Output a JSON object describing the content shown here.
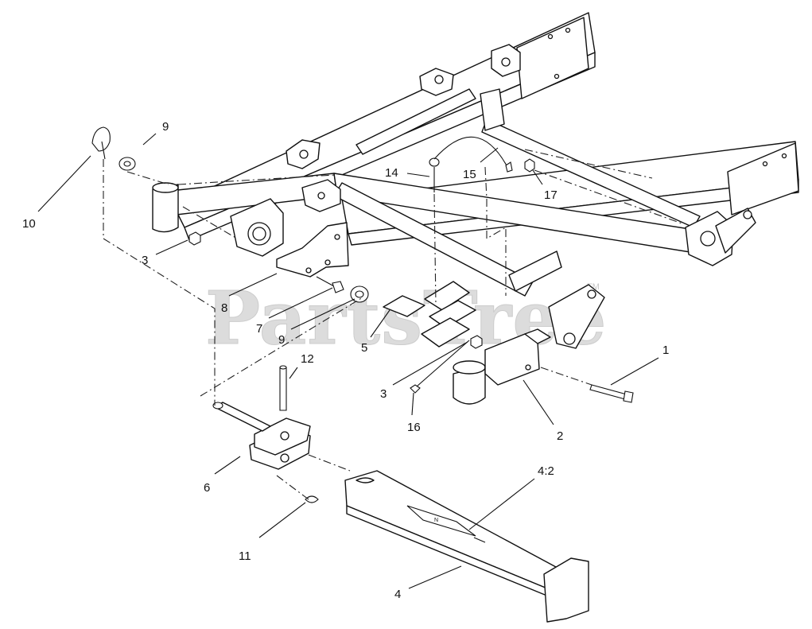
{
  "watermark": {
    "text": "PartsTree",
    "tm": "TM"
  },
  "decal_text": "N",
  "callouts": [
    {
      "id": "c1",
      "label": "1"
    },
    {
      "id": "c2",
      "label": "2"
    },
    {
      "id": "c3a",
      "label": "3"
    },
    {
      "id": "c3b",
      "label": "3"
    },
    {
      "id": "c4",
      "label": "4"
    },
    {
      "id": "c42",
      "label": "4:2"
    },
    {
      "id": "c5",
      "label": "5"
    },
    {
      "id": "c6",
      "label": "6"
    },
    {
      "id": "c7",
      "label": "7"
    },
    {
      "id": "c8",
      "label": "8"
    },
    {
      "id": "c9a",
      "label": "9"
    },
    {
      "id": "c9b",
      "label": "9"
    },
    {
      "id": "c10",
      "label": "10"
    },
    {
      "id": "c11",
      "label": "11"
    },
    {
      "id": "c12",
      "label": "12"
    },
    {
      "id": "c14",
      "label": "14"
    },
    {
      "id": "c15",
      "label": "15"
    },
    {
      "id": "c16",
      "label": "16"
    },
    {
      "id": "c17",
      "label": "17"
    }
  ]
}
